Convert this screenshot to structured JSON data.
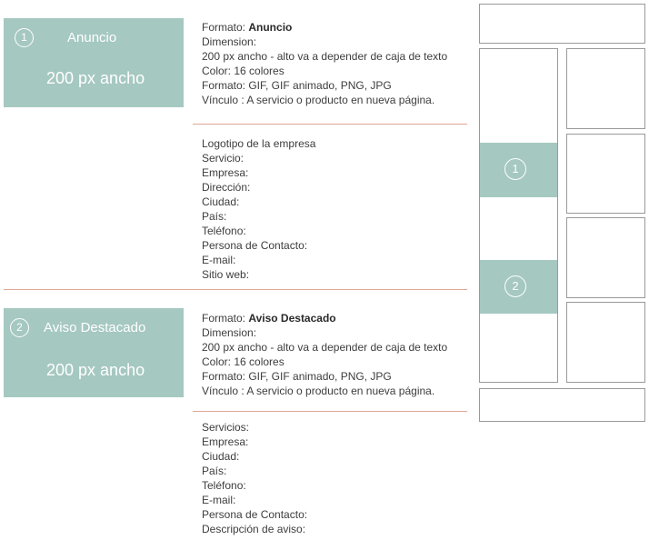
{
  "box1": {
    "number": "1",
    "title": "Anuncio",
    "width_label": "200 px ancho"
  },
  "box2": {
    "number": "2",
    "title": "Aviso Destacado",
    "width_label": "200 px ancho"
  },
  "spec1": {
    "format_label": "Formato: ",
    "format_value": "Anuncio",
    "lines": [
      "Dimension:",
      "200 px ancho - alto va a depender de caja de texto",
      "Color: 16 colores",
      "Formato: GIF, GIF animado, PNG, JPG",
      "Vínculo : A servicio o  producto en  nueva página."
    ]
  },
  "fields1": [
    "Logotipo de la empresa",
    "Servicio:",
    "Empresa:",
    "Dirección:",
    "Ciudad:",
    "País:",
    "Teléfono:",
    "Persona de Contacto:",
    "E-mail:",
    "Sitio web:"
  ],
  "spec2": {
    "format_label": "Formato: ",
    "format_value": "Aviso Destacado",
    "lines": [
      "Dimension:",
      "200 px ancho - alto va a depender de caja de texto",
      "Color: 16 colores",
      "Formato: GIF, GIF animado, PNG, JPG",
      "Vínculo : A servicio o  producto en  nueva página."
    ]
  },
  "fields2": [
    "Servicios:",
    "Empresa:",
    "Ciudad:",
    "País:",
    "Teléfono:",
    "E-mail:",
    "Persona de Contacto:",
    "Descripción de aviso:"
  ],
  "wireframe": {
    "marker1": "1",
    "marker2": "2"
  },
  "colors": {
    "teal": "#a5c8c1",
    "rule": "#e0a595",
    "wire_border": "#9a9a9a"
  }
}
